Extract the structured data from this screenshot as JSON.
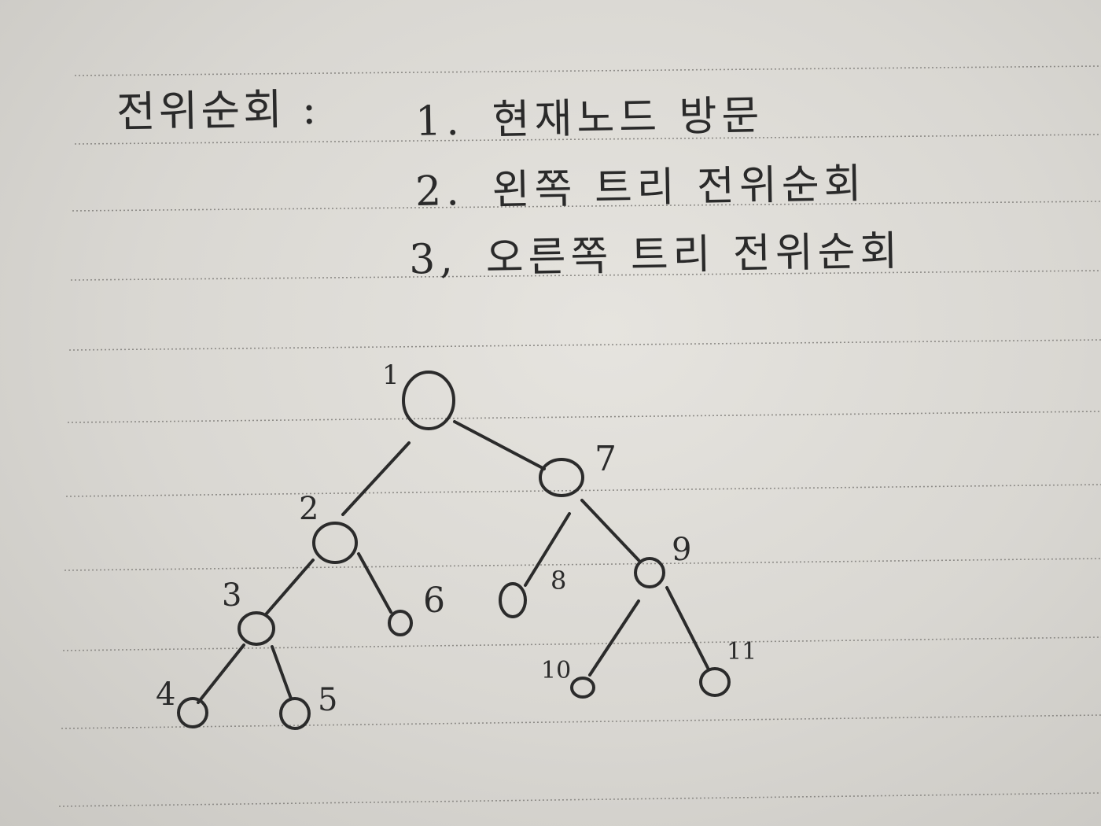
{
  "notes": {
    "heading": "전위순회 :",
    "steps": [
      {
        "num": "1.",
        "text": "현재노드 방문"
      },
      {
        "num": "2.",
        "text": "왼쪽 트리 전위순회"
      },
      {
        "num": "3,",
        "text": "오른쪽 트리 전위순회"
      }
    ]
  },
  "tree": {
    "nodes": [
      {
        "id": "n1",
        "label": "1"
      },
      {
        "id": "n2",
        "label": "2"
      },
      {
        "id": "n3",
        "label": "3"
      },
      {
        "id": "n4",
        "label": "4"
      },
      {
        "id": "n5",
        "label": "5"
      },
      {
        "id": "n6",
        "label": "6"
      },
      {
        "id": "n7",
        "label": "7"
      },
      {
        "id": "n8",
        "label": "8"
      },
      {
        "id": "n9",
        "label": "9"
      },
      {
        "id": "n10",
        "label": "10"
      },
      {
        "id": "n11",
        "label": "11"
      }
    ],
    "edges": [
      [
        "n1",
        "n2"
      ],
      [
        "n1",
        "n7"
      ],
      [
        "n2",
        "n3"
      ],
      [
        "n2",
        "n6"
      ],
      [
        "n3",
        "n4"
      ],
      [
        "n3",
        "n5"
      ],
      [
        "n7",
        "n8"
      ],
      [
        "n7",
        "n9"
      ],
      [
        "n9",
        "n10"
      ],
      [
        "n9",
        "n11"
      ]
    ]
  }
}
